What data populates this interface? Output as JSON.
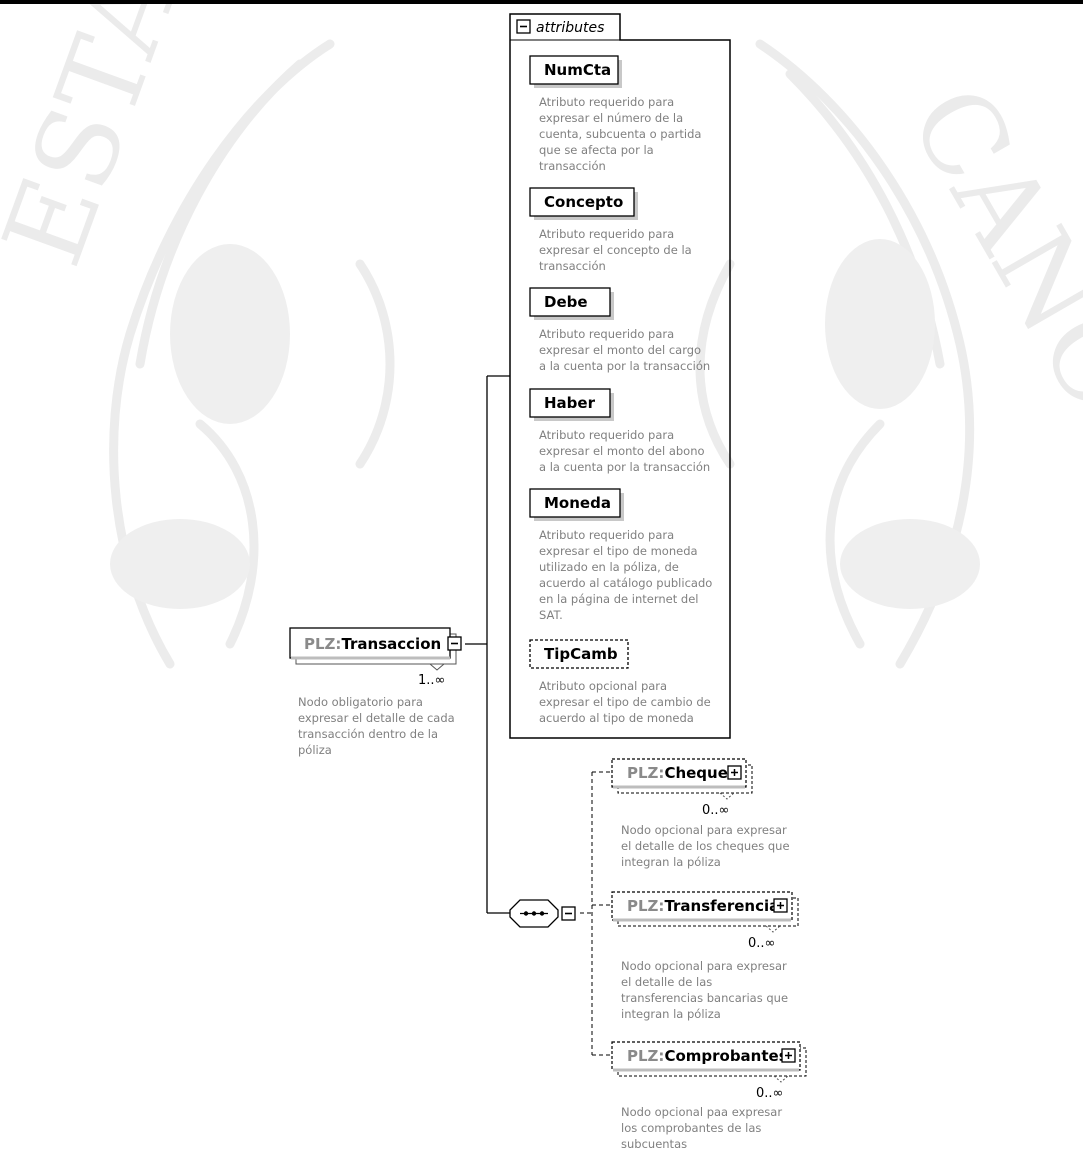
{
  "attributes_box": {
    "title": "attributes",
    "items": [
      {
        "name": "NumCta",
        "optional": false,
        "description": [
          "Atributo requerido para",
          "expresar el número de la",
          "cuenta, subcuenta o partida",
          "que se afecta por la",
          "transacción"
        ]
      },
      {
        "name": "Concepto",
        "optional": false,
        "description": [
          "Atributo requerido para",
          "expresar el concepto de la",
          "transacción"
        ]
      },
      {
        "name": "Debe",
        "optional": false,
        "description": [
          "Atributo requerido para",
          "expresar el monto del cargo",
          "a la cuenta por la transacción"
        ]
      },
      {
        "name": "Haber",
        "optional": false,
        "description": [
          "Atributo requerido para",
          "expresar el monto del abono",
          "a la cuenta por la transacción"
        ]
      },
      {
        "name": "Moneda",
        "optional": false,
        "description": [
          "Atributo requerido para",
          "expresar el tipo de moneda",
          "utilizado en la póliza, de",
          "acuerdo al catálogo publicado",
          "en la página de internet del",
          "SAT."
        ]
      },
      {
        "name": "TipCamb",
        "optional": true,
        "description": [
          "Atributo opcional para",
          "expresar el tipo de cambio de",
          "acuerdo al tipo de moneda"
        ]
      }
    ]
  },
  "root_element": {
    "prefix": "PLZ:",
    "name": "Transaccion",
    "cardinality": "1..∞",
    "description": [
      "Nodo obligatorio para",
      "expresar el detalle de cada",
      "transacción dentro de la",
      "póliza"
    ]
  },
  "children": [
    {
      "prefix": "PLZ:",
      "name": "Cheque",
      "cardinality": "0..∞",
      "description": [
        "Nodo opcional para expresar",
        "el detalle de los cheques que",
        "integran la póliza"
      ]
    },
    {
      "prefix": "PLZ:",
      "name": "Transferencia",
      "cardinality": "0..∞",
      "description": [
        "Nodo opcional para expresar",
        "el detalle de las",
        "transferencias bancarias que",
        "integran la póliza"
      ]
    },
    {
      "prefix": "PLZ:",
      "name": "Comprobantes",
      "cardinality": "0..∞",
      "description": [
        "Nodo opcional paa expresar",
        "los comprobantes de las",
        "subcuentas"
      ]
    }
  ],
  "watermark": {
    "letters_left": "ESTAD",
    "letters_right": "CANOS"
  },
  "colors": {
    "line": "#000000",
    "description_text": "#808080",
    "prefix_text": "#8a8a8a",
    "shadow": "#bdbdbd",
    "watermark": "#e7e7e7"
  }
}
